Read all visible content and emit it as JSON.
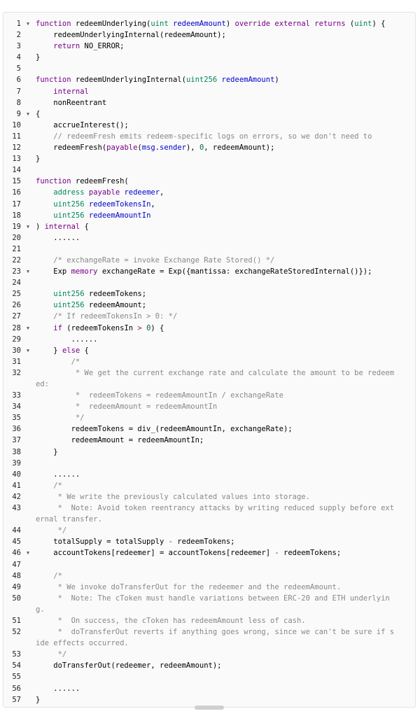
{
  "editor": {
    "lines": [
      {
        "n": "1",
        "fold": true,
        "t": [
          [
            "kw",
            "function"
          ],
          [
            "fn",
            " redeemUnderlying("
          ],
          [
            "ty",
            "uint"
          ],
          [
            "vr",
            " redeemAmount"
          ],
          [
            "fn",
            ") "
          ],
          [
            "kw",
            "override external returns"
          ],
          [
            "fn",
            " ("
          ],
          [
            "ty",
            "uint"
          ],
          [
            "fn",
            ") {"
          ]
        ]
      },
      {
        "n": "2",
        "fold": false,
        "t": [
          [
            "fn",
            "    redeemUnderlyingInternal(redeemAmount);"
          ]
        ]
      },
      {
        "n": "3",
        "fold": false,
        "t": [
          [
            "fn",
            "    "
          ],
          [
            "kw",
            "return"
          ],
          [
            "fn",
            " NO_ERROR;"
          ]
        ]
      },
      {
        "n": "4",
        "fold": false,
        "t": [
          [
            "fn",
            "}"
          ]
        ]
      },
      {
        "n": "5",
        "fold": false,
        "t": [
          [
            "fn",
            ""
          ]
        ]
      },
      {
        "n": "6",
        "fold": false,
        "t": [
          [
            "kw",
            "function"
          ],
          [
            "fn",
            " redeemUnderlyingInternal("
          ],
          [
            "ty",
            "uint256"
          ],
          [
            "vr",
            " redeemAmount"
          ],
          [
            "fn",
            ")"
          ]
        ]
      },
      {
        "n": "7",
        "fold": false,
        "t": [
          [
            "fn",
            "    "
          ],
          [
            "kw",
            "internal"
          ]
        ]
      },
      {
        "n": "8",
        "fold": false,
        "t": [
          [
            "fn",
            "    nonReentrant"
          ]
        ]
      },
      {
        "n": "9",
        "fold": true,
        "t": [
          [
            "fn",
            "{"
          ]
        ]
      },
      {
        "n": "10",
        "fold": false,
        "t": [
          [
            "fn",
            "    accrueInterest();"
          ]
        ]
      },
      {
        "n": "11",
        "fold": false,
        "t": [
          [
            "cm",
            "    // redeemFresh emits redeem-specific logs on errors, so we don't need to"
          ]
        ]
      },
      {
        "n": "12",
        "fold": false,
        "t": [
          [
            "fn",
            "    redeemFresh("
          ],
          [
            "kw",
            "payable"
          ],
          [
            "fn",
            "("
          ],
          [
            "vr",
            "msg"
          ],
          [
            "fn",
            "."
          ],
          [
            "vr",
            "sender"
          ],
          [
            "fn",
            "), "
          ],
          [
            "nm",
            "0"
          ],
          [
            "fn",
            ", redeemAmount);"
          ]
        ]
      },
      {
        "n": "13",
        "fold": false,
        "t": [
          [
            "fn",
            "}"
          ]
        ]
      },
      {
        "n": "14",
        "fold": false,
        "t": [
          [
            "fn",
            ""
          ]
        ]
      },
      {
        "n": "15",
        "fold": false,
        "t": [
          [
            "kw",
            "function"
          ],
          [
            "fn",
            " redeemFresh("
          ]
        ]
      },
      {
        "n": "16",
        "fold": false,
        "t": [
          [
            "fn",
            "    "
          ],
          [
            "ty",
            "address"
          ],
          [
            "kw",
            " payable"
          ],
          [
            "vr",
            " redeemer"
          ],
          [
            "fn",
            ","
          ]
        ]
      },
      {
        "n": "17",
        "fold": false,
        "t": [
          [
            "fn",
            "    "
          ],
          [
            "ty",
            "uint256"
          ],
          [
            "vr",
            " redeemTokensIn"
          ],
          [
            "fn",
            ","
          ]
        ]
      },
      {
        "n": "18",
        "fold": false,
        "t": [
          [
            "fn",
            "    "
          ],
          [
            "ty",
            "uint256"
          ],
          [
            "vr",
            " redeemAmountIn"
          ]
        ]
      },
      {
        "n": "19",
        "fold": true,
        "t": [
          [
            "fn",
            ") "
          ],
          [
            "kw",
            "internal"
          ],
          [
            "fn",
            " {"
          ]
        ]
      },
      {
        "n": "20",
        "fold": false,
        "t": [
          [
            "fn",
            "    ......"
          ]
        ]
      },
      {
        "n": "21",
        "fold": false,
        "t": [
          [
            "fn",
            ""
          ]
        ]
      },
      {
        "n": "22",
        "fold": false,
        "t": [
          [
            "cm",
            "    /* exchangeRate = invoke Exchange Rate Stored() */"
          ]
        ]
      },
      {
        "n": "23",
        "fold": true,
        "t": [
          [
            "fn",
            "    Exp "
          ],
          [
            "kw",
            "memory"
          ],
          [
            "fn",
            " exchangeRate = Exp({mantissa: exchangeRateStoredInternal()});"
          ]
        ]
      },
      {
        "n": "24",
        "fold": false,
        "t": [
          [
            "fn",
            ""
          ]
        ]
      },
      {
        "n": "25",
        "fold": false,
        "t": [
          [
            "fn",
            "    "
          ],
          [
            "ty",
            "uint256"
          ],
          [
            "fn",
            " redeemTokens;"
          ]
        ]
      },
      {
        "n": "26",
        "fold": false,
        "t": [
          [
            "fn",
            "    "
          ],
          [
            "ty",
            "uint256"
          ],
          [
            "fn",
            " redeemAmount;"
          ]
        ]
      },
      {
        "n": "27",
        "fold": false,
        "t": [
          [
            "cm",
            "    /* If redeemTokensIn > 0: */"
          ]
        ]
      },
      {
        "n": "28",
        "fold": true,
        "t": [
          [
            "fn",
            "    "
          ],
          [
            "kw",
            "if"
          ],
          [
            "fn",
            " (redeemTokensIn "
          ],
          [
            "op",
            ">"
          ],
          [
            "fn",
            " "
          ],
          [
            "nm",
            "0"
          ],
          [
            "fn",
            ") {"
          ]
        ]
      },
      {
        "n": "29",
        "fold": false,
        "t": [
          [
            "fn",
            "        ......"
          ]
        ]
      },
      {
        "n": "30",
        "fold": true,
        "t": [
          [
            "fn",
            "    } "
          ],
          [
            "kw",
            "else"
          ],
          [
            "fn",
            " {"
          ]
        ]
      },
      {
        "n": "31",
        "fold": false,
        "t": [
          [
            "cm",
            "        /*"
          ]
        ]
      },
      {
        "n": "32",
        "fold": false,
        "t": [
          [
            "cm",
            "         * We get the current exchange rate and calculate the amount to be redeem"
          ]
        ]
      },
      {
        "n": "",
        "fold": false,
        "t": [
          [
            "cm",
            "ed:"
          ]
        ]
      },
      {
        "n": "33",
        "fold": false,
        "t": [
          [
            "cm",
            "         *  redeemTokens = redeemAmountIn / exchangeRate"
          ]
        ]
      },
      {
        "n": "34",
        "fold": false,
        "t": [
          [
            "cm",
            "         *  redeemAmount = redeemAmountIn"
          ]
        ]
      },
      {
        "n": "35",
        "fold": false,
        "t": [
          [
            "cm",
            "         */"
          ]
        ]
      },
      {
        "n": "36",
        "fold": false,
        "t": [
          [
            "fn",
            "        redeemTokens = div_(redeemAmountIn, exchangeRate);"
          ]
        ]
      },
      {
        "n": "37",
        "fold": false,
        "t": [
          [
            "fn",
            "        redeemAmount = redeemAmountIn;"
          ]
        ]
      },
      {
        "n": "38",
        "fold": false,
        "t": [
          [
            "fn",
            "    }"
          ]
        ]
      },
      {
        "n": "39",
        "fold": false,
        "t": [
          [
            "fn",
            ""
          ]
        ]
      },
      {
        "n": "40",
        "fold": false,
        "t": [
          [
            "fn",
            "    ......"
          ]
        ]
      },
      {
        "n": "41",
        "fold": false,
        "t": [
          [
            "cm",
            "    /*"
          ]
        ]
      },
      {
        "n": "42",
        "fold": false,
        "t": [
          [
            "cm",
            "     * We write the previously calculated values into storage."
          ]
        ]
      },
      {
        "n": "43",
        "fold": false,
        "t": [
          [
            "cm",
            "     *  Note: Avoid token reentrancy attacks by writing reduced supply before ext"
          ]
        ]
      },
      {
        "n": "",
        "fold": false,
        "t": [
          [
            "cm",
            "ernal transfer."
          ]
        ]
      },
      {
        "n": "44",
        "fold": false,
        "t": [
          [
            "cm",
            "     */"
          ]
        ]
      },
      {
        "n": "45",
        "fold": false,
        "t": [
          [
            "fn",
            "    totalSupply = totalSupply "
          ],
          [
            "op",
            "-"
          ],
          [
            "fn",
            " redeemTokens;"
          ]
        ]
      },
      {
        "n": "46",
        "fold": true,
        "t": [
          [
            "fn",
            "    accountTokens[redeemer] = accountTokens[redeemer] "
          ],
          [
            "op",
            "-"
          ],
          [
            "fn",
            " redeemTokens;"
          ]
        ]
      },
      {
        "n": "47",
        "fold": false,
        "t": [
          [
            "fn",
            ""
          ]
        ]
      },
      {
        "n": "48",
        "fold": false,
        "t": [
          [
            "cm",
            "    /*"
          ]
        ]
      },
      {
        "n": "49",
        "fold": false,
        "t": [
          [
            "cm",
            "     * We invoke doTransferOut for the redeemer and the redeemAmount."
          ]
        ]
      },
      {
        "n": "50",
        "fold": false,
        "t": [
          [
            "cm",
            "     *  Note: The cToken must handle variations between ERC-20 and ETH underlyin"
          ]
        ]
      },
      {
        "n": "",
        "fold": false,
        "t": [
          [
            "cm",
            "g."
          ]
        ]
      },
      {
        "n": "51",
        "fold": false,
        "t": [
          [
            "cm",
            "     *  On success, the cToken has redeemAmount less of cash."
          ]
        ]
      },
      {
        "n": "52",
        "fold": false,
        "t": [
          [
            "cm",
            "     *  doTransferOut reverts if anything goes wrong, since we can't be sure if s"
          ]
        ]
      },
      {
        "n": "",
        "fold": false,
        "t": [
          [
            "cm",
            "ide effects occurred."
          ]
        ]
      },
      {
        "n": "53",
        "fold": false,
        "t": [
          [
            "cm",
            "     */"
          ]
        ]
      },
      {
        "n": "54",
        "fold": false,
        "t": [
          [
            "fn",
            "    doTransferOut(redeemer, redeemAmount);"
          ]
        ]
      },
      {
        "n": "55",
        "fold": false,
        "t": [
          [
            "fn",
            ""
          ]
        ]
      },
      {
        "n": "56",
        "fold": false,
        "t": [
          [
            "fn",
            "    ......"
          ]
        ]
      },
      {
        "n": "57",
        "fold": false,
        "t": [
          [
            "fn",
            "}"
          ]
        ]
      }
    ],
    "fold_icon": "chevron-down-icon"
  }
}
